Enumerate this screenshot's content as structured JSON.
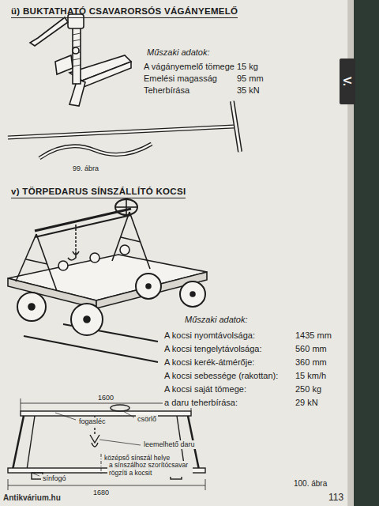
{
  "diagram": {
    "nodes": [
      {
        "text": [
          "V."
        ]
      }
    ],
    "labels": [
      "ü) BUKTATHATÓ CSAVARORSÓS VÁGÁNYEMELŐ",
      "Műszaki adatok:",
      "A vágányemelő tömege",
      "15 kg",
      "Emelési magasság",
      "95 mm",
      "Teherbírása",
      "35 kN",
      "99. ábra",
      "v) TÖRPEDARUS SÍNSZÁLLÍTÓ KOCSI",
      "Műszaki adatok:",
      "A kocsi nyomtávolsága:",
      "1435 mm",
      "A kocsi tengelytávolsága:",
      "560 mm",
      "A kocsi kerék-átmérője:",
      "360 mm",
      "A kocsi sebessége (rakottan):",
      "15 km/h",
      "A kocsi saját tömege:",
      "250 kg",
      "a daru teherbírása:",
      "29 kN",
      "1600",
      "fogasléc",
      "csörlő",
      "leemelhető daru",
      "középső sínszál helye",
      "a sínszálhoz szorítócsavar rögzíti a kocsit",
      "sínfogó",
      "1680",
      "100. ábra",
      "113",
      "Antikvárium.hu"
    ]
  }
}
